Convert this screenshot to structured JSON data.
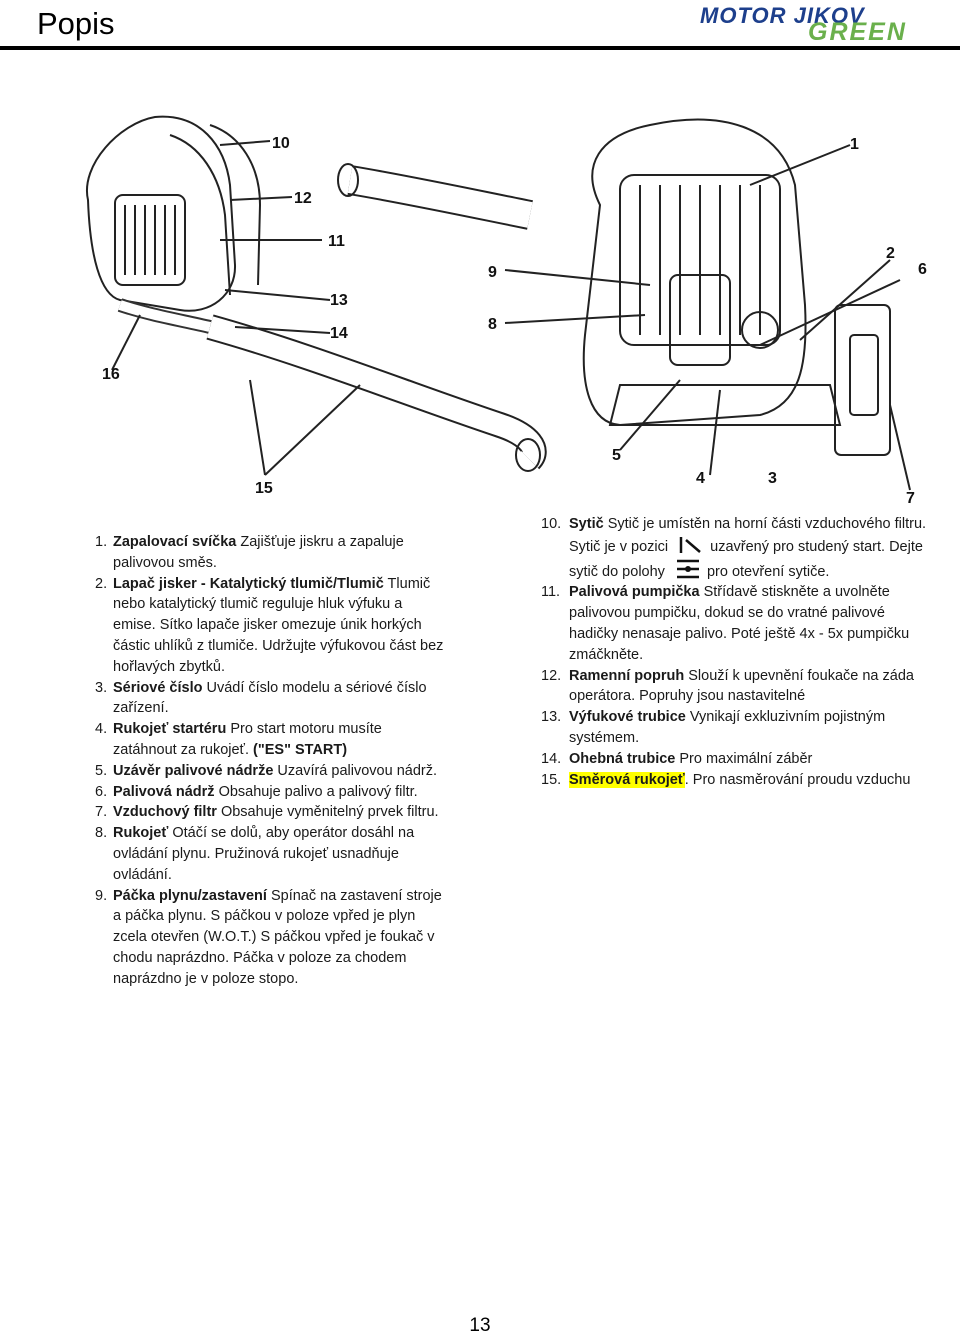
{
  "header": {
    "title": "Popis",
    "logo_line1": "MOTOR JIKOV",
    "logo_line2": "GREEN"
  },
  "figure": {
    "callouts": [
      "1",
      "2",
      "3",
      "4",
      "5",
      "6",
      "7",
      "8",
      "9",
      "10",
      "11",
      "12",
      "13",
      "14",
      "15",
      "16"
    ]
  },
  "left_items": [
    {
      "num": "1.",
      "term": "Zapalovací svíčka",
      "desc": " Zajišťuje jiskru a zapaluje palivovou směs."
    },
    {
      "num": "2.",
      "term": "Lapač jisker - Katalytický tlumič/Tlumič",
      "desc": " Tlumič nebo katalytický tlumič reguluje hluk výfuku a emise. Sítko lapače jisker omezuje únik horkých částic uhlíků z tlumiče. Udržujte výfukovou část bez hořlavých zbytků."
    },
    {
      "num": "3.",
      "term": "Sériové číslo",
      "desc": " Uvádí číslo modelu a sériové číslo zařízení."
    },
    {
      "num": "4.",
      "term": "Rukojeť startéru",
      "desc": " Pro start motoru musíte zatáhnout za rukojeť.",
      "extra": " (\"ES\" START)"
    },
    {
      "num": "5.",
      "term": "Uzávěr palivové nádrže",
      "desc": " Uzavírá palivovou nádrž."
    },
    {
      "num": "6.",
      "term": "Palivová nádrž",
      "desc": " Obsahuje palivo a palivový filtr."
    },
    {
      "num": "7.",
      "term": "Vzduchový filtr",
      "desc": " Obsahuje vyměnitelný prvek filtru."
    },
    {
      "num": "8.",
      "term": "Rukojeť",
      "desc": " Otáčí se dolů, aby operátor dosáhl na ovládání plynu. Pružinová rukojeť usnadňuje ovládání."
    },
    {
      "num": "9.",
      "term": "Páčka plynu/zastavení",
      "desc": " Spínač na zastavení stroje a páčka plynu. S páčkou v poloze vpřed je plyn zcela otevřen (W.O.T.) S páčkou vpřed je foukač v chodu naprázdno. Páčka v poloze za chodem naprázdno je v poloze stopo."
    }
  ],
  "right_items": [
    {
      "num": "10.",
      "term": "Sytič",
      "desc_a": " Sytič je umístěn na horní části vzduchového filtru. Sytič je v pozici",
      "desc_b": "uzavřený pro studený start. Dejte sytič do polohy",
      "desc_c": "pro otevření sytiče."
    },
    {
      "num": "11.",
      "term": "Palivová pumpička",
      "desc": " Střídavě stiskněte a uvolněte palivovou pumpičku, dokud se do vratné palivové hadičky nenasaje palivo. Poté ještě 4x - 5x pumpičku zmáčkněte."
    },
    {
      "num": "12.",
      "term": "Ramenní popruh",
      "desc": " Slouží k upevnění foukače na záda operátora. Popruhy jsou nastavitelné"
    },
    {
      "num": "13.",
      "term": "Výfukové trubice",
      "desc": " Vynikají exkluzivním pojistným systémem."
    },
    {
      "num": "14.",
      "term": "Ohebná trubice",
      "desc": " Pro maximální záběr"
    },
    {
      "num": "15.",
      "term": "Směrová rukojeť",
      "desc": ". Pro nasměrování proudu vzduchu"
    }
  ],
  "colors": {
    "logo_blue": "#1d3f8c",
    "logo_green": "#6ab04c",
    "highlight": "#ffff00"
  },
  "footer": {
    "page_number": "13"
  }
}
